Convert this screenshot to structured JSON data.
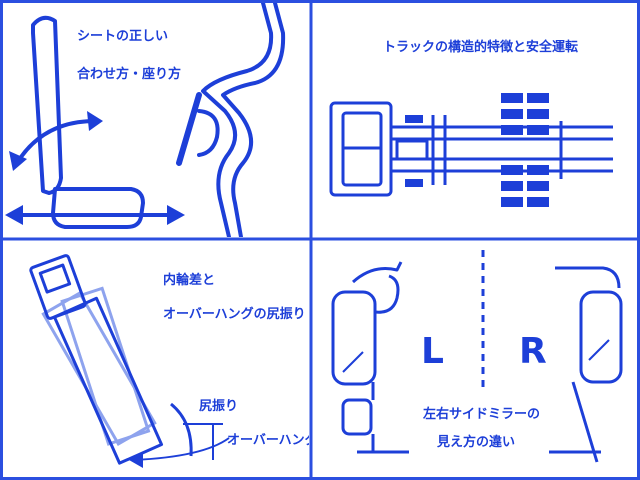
{
  "panels": {
    "seat": {
      "title_line1": "シートの正しい",
      "title_line2": "合わせ方・座り方"
    },
    "truck": {
      "title": "トラックの構造的特徴と安全運転"
    },
    "turning": {
      "title_line1": "内輪差と",
      "title_line2": "オーバーハングの尻振り",
      "label_tail_swing": "尻振り",
      "label_overhang": "オーバーハング"
    },
    "mirrors": {
      "left_letter": "L",
      "right_letter": "R",
      "caption_line1": "左右サイドミラーの",
      "caption_line2": "見え方の違い"
    }
  },
  "colors": {
    "accent": "#1d3fd8",
    "light_accent": "#8ea3ee",
    "border": "#2b4fe0",
    "background": "#ffffff"
  }
}
